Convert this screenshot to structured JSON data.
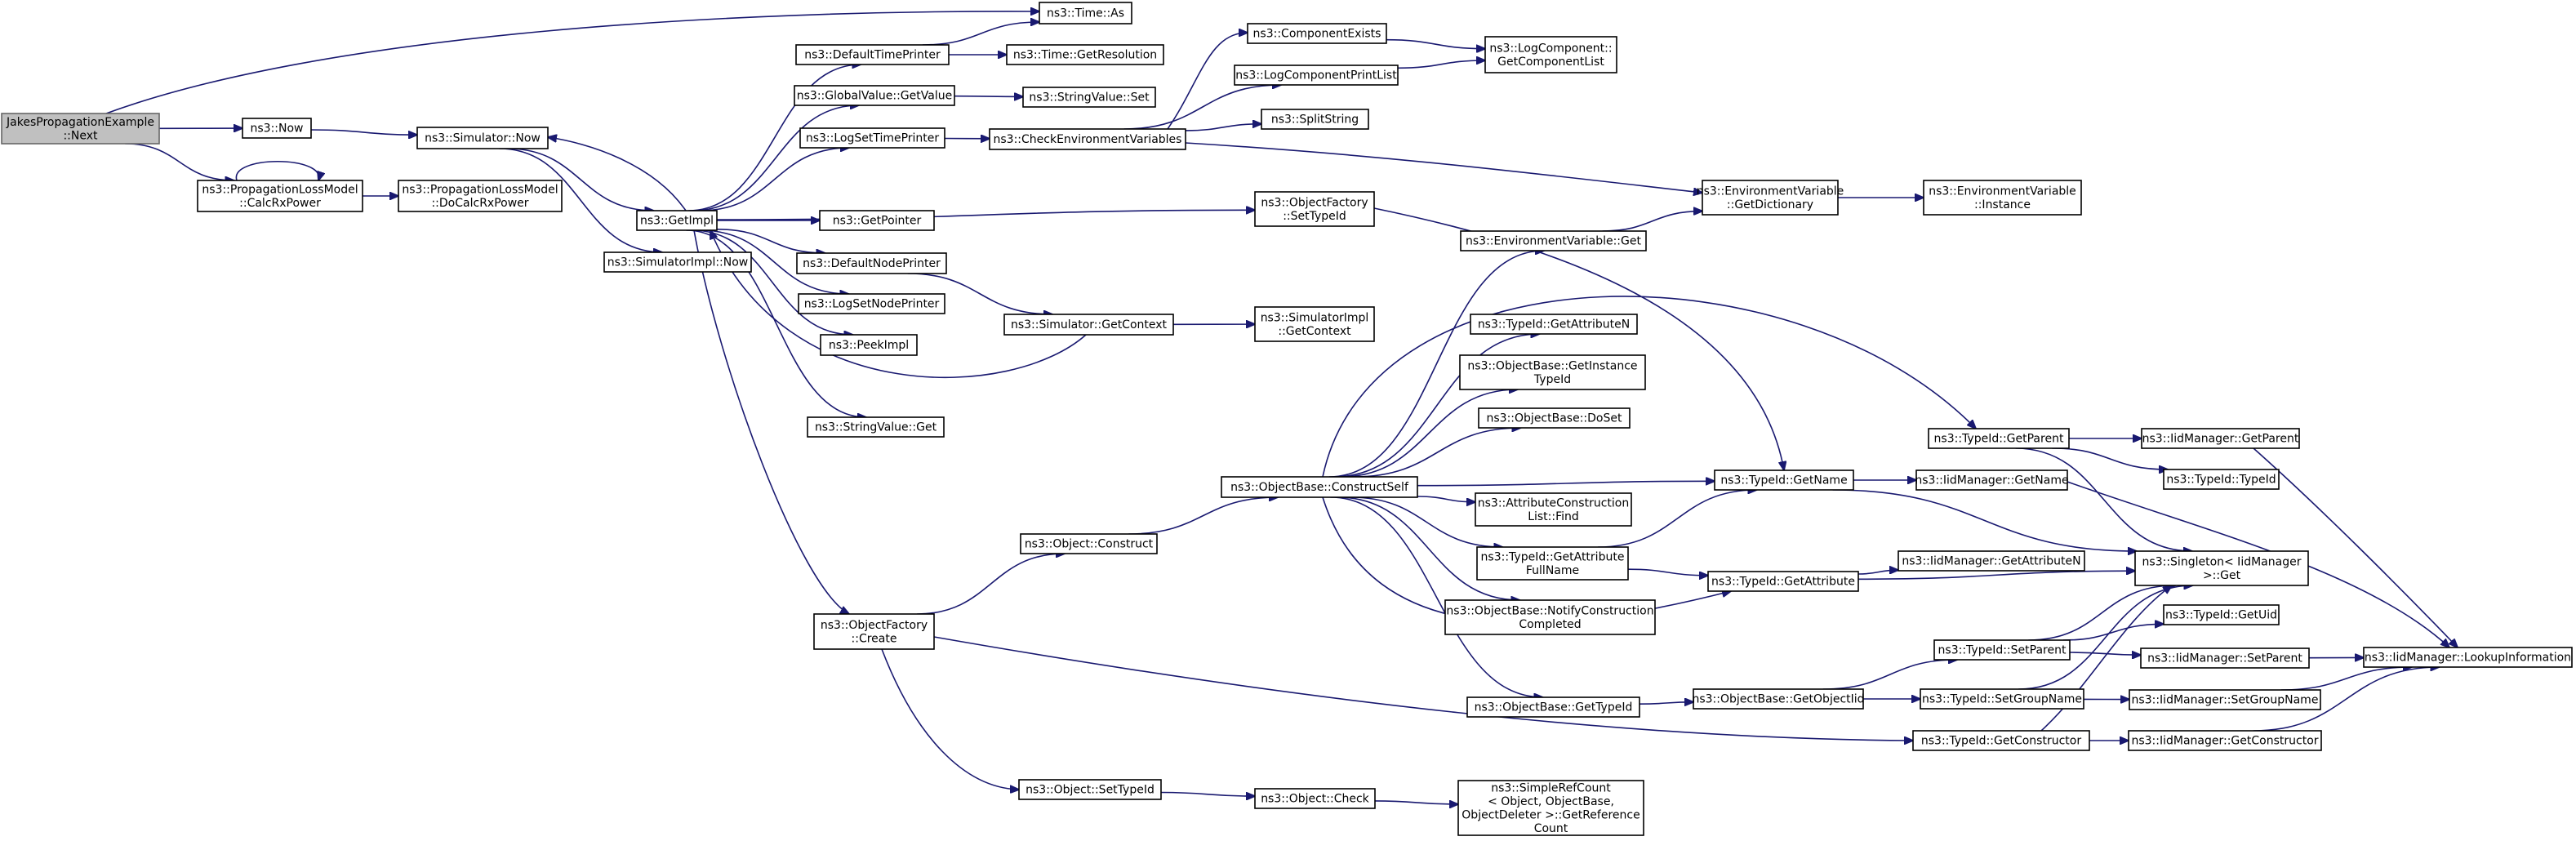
{
  "colors": {
    "edge": "#191970",
    "node_border": "#000000",
    "root_fill": "#c0c0c0",
    "node_fill": "#ffffff"
  },
  "nodes": [
    {
      "id": "jakes",
      "lines": [
        "JakesPropagationExample",
        "::Next"
      ],
      "root": true
    },
    {
      "id": "time_as",
      "lines": [
        "ns3::Time::As"
      ]
    },
    {
      "id": "ns3_now",
      "lines": [
        "ns3::Now"
      ]
    },
    {
      "id": "sim_now",
      "lines": [
        "ns3::Simulator::Now"
      ]
    },
    {
      "id": "plm_calc",
      "lines": [
        "ns3::PropagationLossModel",
        "::CalcRxPower"
      ]
    },
    {
      "id": "plm_docalc",
      "lines": [
        "ns3::PropagationLossModel",
        "::DoCalcRxPower"
      ]
    },
    {
      "id": "default_time_printer",
      "lines": [
        "ns3::DefaultTimePrinter"
      ]
    },
    {
      "id": "time_getres",
      "lines": [
        "ns3::Time::GetResolution"
      ]
    },
    {
      "id": "gv_getvalue",
      "lines": [
        "ns3::GlobalValue::GetValue"
      ]
    },
    {
      "id": "sv_set",
      "lines": [
        "ns3::StringValue::Set"
      ]
    },
    {
      "id": "log_set_time_printer",
      "lines": [
        "ns3::LogSetTimePrinter"
      ]
    },
    {
      "id": "check_env",
      "lines": [
        "ns3::CheckEnvironmentVariables"
      ]
    },
    {
      "id": "comp_exists",
      "lines": [
        "ns3::ComponentExists"
      ]
    },
    {
      "id": "log_comp_print",
      "lines": [
        "ns3::LogComponentPrintList"
      ]
    },
    {
      "id": "log_comp_list",
      "lines": [
        "ns3::LogComponent::",
        "GetComponentList"
      ]
    },
    {
      "id": "split_string",
      "lines": [
        "ns3::SplitString"
      ]
    },
    {
      "id": "get_impl",
      "lines": [
        "ns3::GetImpl"
      ]
    },
    {
      "id": "simimpl_now",
      "lines": [
        "ns3::SimulatorImpl::Now"
      ]
    },
    {
      "id": "get_pointer",
      "lines": [
        "ns3::GetPointer"
      ]
    },
    {
      "id": "of_settypeid",
      "lines": [
        "ns3::ObjectFactory",
        "::SetTypeId"
      ]
    },
    {
      "id": "env_getdict",
      "lines": [
        "ns3::EnvironmentVariable",
        "::GetDictionary"
      ]
    },
    {
      "id": "env_instance",
      "lines": [
        "ns3::EnvironmentVariable",
        "::Instance"
      ]
    },
    {
      "id": "default_node_printer",
      "lines": [
        "ns3::DefaultNodePrinter"
      ]
    },
    {
      "id": "log_set_node_printer",
      "lines": [
        "ns3::LogSetNodePrinter"
      ]
    },
    {
      "id": "sim_getcontext",
      "lines": [
        "ns3::Simulator::GetContext"
      ]
    },
    {
      "id": "simimpl_getcontext",
      "lines": [
        "ns3::SimulatorImpl",
        "::GetContext"
      ]
    },
    {
      "id": "peek_impl",
      "lines": [
        "ns3::PeekImpl"
      ]
    },
    {
      "id": "sv_get",
      "lines": [
        "ns3::StringValue::Get"
      ]
    },
    {
      "id": "env_get",
      "lines": [
        "ns3::EnvironmentVariable::Get"
      ]
    },
    {
      "id": "tid_getattrn",
      "lines": [
        "ns3::TypeId::GetAttributeN"
      ]
    },
    {
      "id": "ob_getinstance",
      "lines": [
        "ns3::ObjectBase::GetInstance",
        "TypeId"
      ]
    },
    {
      "id": "ob_doset",
      "lines": [
        "ns3::ObjectBase::DoSet"
      ]
    },
    {
      "id": "tid_getparent",
      "lines": [
        "ns3::TypeId::GetParent"
      ]
    },
    {
      "id": "iid_getparent",
      "lines": [
        "ns3::IidManager::GetParent"
      ]
    },
    {
      "id": "tid_typeid",
      "lines": [
        "ns3::TypeId::TypeId"
      ]
    },
    {
      "id": "ob_constructself",
      "lines": [
        "ns3::ObjectBase::ConstructSelf"
      ]
    },
    {
      "id": "tid_getname",
      "lines": [
        "ns3::TypeId::GetName"
      ]
    },
    {
      "id": "iid_getname",
      "lines": [
        "ns3::IidManager::GetName"
      ]
    },
    {
      "id": "acl_find",
      "lines": [
        "ns3::AttributeConstruction",
        "List::Find"
      ]
    },
    {
      "id": "object_construct",
      "lines": [
        "ns3::Object::Construct"
      ]
    },
    {
      "id": "singleton_get",
      "lines": [
        "ns3::Singleton< IidManager",
        ">::Get"
      ]
    },
    {
      "id": "tid_getattrfull",
      "lines": [
        "ns3::TypeId::GetAttribute",
        "FullName"
      ]
    },
    {
      "id": "tid_getattr",
      "lines": [
        "ns3::TypeId::GetAttribute"
      ]
    },
    {
      "id": "iid_getattrn",
      "lines": [
        "ns3::IidManager::GetAttributeN"
      ]
    },
    {
      "id": "of_create",
      "lines": [
        "ns3::ObjectFactory",
        "::Create"
      ]
    },
    {
      "id": "ob_notify",
      "lines": [
        "ns3::ObjectBase::NotifyConstruction",
        "Completed"
      ]
    },
    {
      "id": "tid_getuid",
      "lines": [
        "ns3::TypeId::GetUid"
      ]
    },
    {
      "id": "tid_setparent",
      "lines": [
        "ns3::TypeId::SetParent"
      ]
    },
    {
      "id": "iid_setparent",
      "lines": [
        "ns3::IidManager::SetParent"
      ]
    },
    {
      "id": "iid_lookup",
      "lines": [
        "ns3::IidManager::LookupInformation"
      ]
    },
    {
      "id": "ob_gettypeid",
      "lines": [
        "ns3::ObjectBase::GetTypeId"
      ]
    },
    {
      "id": "ob_getobjectiid",
      "lines": [
        "ns3::ObjectBase::GetObjectIid"
      ]
    },
    {
      "id": "tid_setgroupname",
      "lines": [
        "ns3::TypeId::SetGroupName"
      ]
    },
    {
      "id": "iid_setgroupname",
      "lines": [
        "ns3::IidManager::SetGroupName"
      ]
    },
    {
      "id": "tid_getconstructor",
      "lines": [
        "ns3::TypeId::GetConstructor"
      ]
    },
    {
      "id": "iid_getconstructor",
      "lines": [
        "ns3::IidManager::GetConstructor"
      ]
    },
    {
      "id": "object_settypeid",
      "lines": [
        "ns3::Object::SetTypeId"
      ]
    },
    {
      "id": "object_check",
      "lines": [
        "ns3::Object::Check"
      ]
    },
    {
      "id": "simplerefcount",
      "lines": [
        "ns3::SimpleRefCount",
        "< Object, ObjectBase,",
        "ObjectDeleter >::GetReference",
        "Count"
      ]
    }
  ]
}
